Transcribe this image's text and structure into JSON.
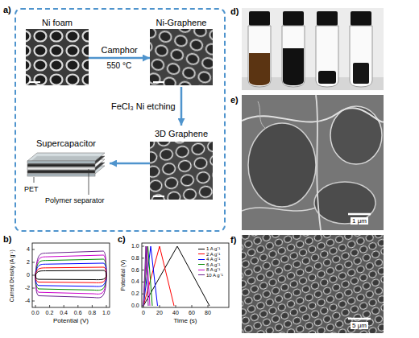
{
  "diagram": {
    "nodes": [
      {
        "text": [
          "a)"
        ]
      },
      {
        "text": [
          "Ni foam"
        ],
        "in": 0
      },
      {
        "text": [
          "Ni-Graphene"
        ],
        "in": 0
      },
      {
        "text": [
          "3D Graphene"
        ],
        "in": 0
      },
      {
        "text": [
          "Supercapacitor"
        ],
        "in": 0
      }
    ],
    "edges": [
      {
        "from": 1,
        "to": 2,
        "arrow": "to",
        "label": "Camphor"
      },
      {
        "from": 2,
        "to": 3,
        "arrow": "to",
        "label": "FeCl₃ Ni etching"
      },
      {
        "from": 3,
        "to": 4,
        "arrow": "to"
      }
    ],
    "labels": [
      "550 °C",
      "PET",
      "Polymer separator",
      "b)",
      "4",
      "2",
      "0",
      "-2",
      "-4",
      "0.0",
      "0.2",
      "0.4",
      "0.6",
      "0.8",
      "1.0",
      "Current Density (A g⁻¹)",
      "Potential (V)",
      "c)",
      "1.0",
      "0.8",
      "0.6",
      "0.4",
      "0.2",
      "0.0",
      "0",
      "20",
      "40",
      "60",
      "80",
      "Potential (V)",
      "Time (s)",
      "d)",
      "e)",
      "1 μm",
      "f)",
      "5 μm"
    ],
    "legend": [
      {
        "text": "1 A g⁻¹",
        "color": "#000000"
      },
      {
        "text": "2 A g⁻¹",
        "color": "#ff0000"
      },
      {
        "text": "4 A g⁻¹",
        "color": "#0000ff"
      },
      {
        "text": "6 A g⁻¹",
        "color": "#008800"
      },
      {
        "text": "8 A g⁻¹",
        "color": "#cc00cc"
      },
      {
        "text": "10 A g⁻¹",
        "color": "#6b238e"
      }
    ]
  }
}
